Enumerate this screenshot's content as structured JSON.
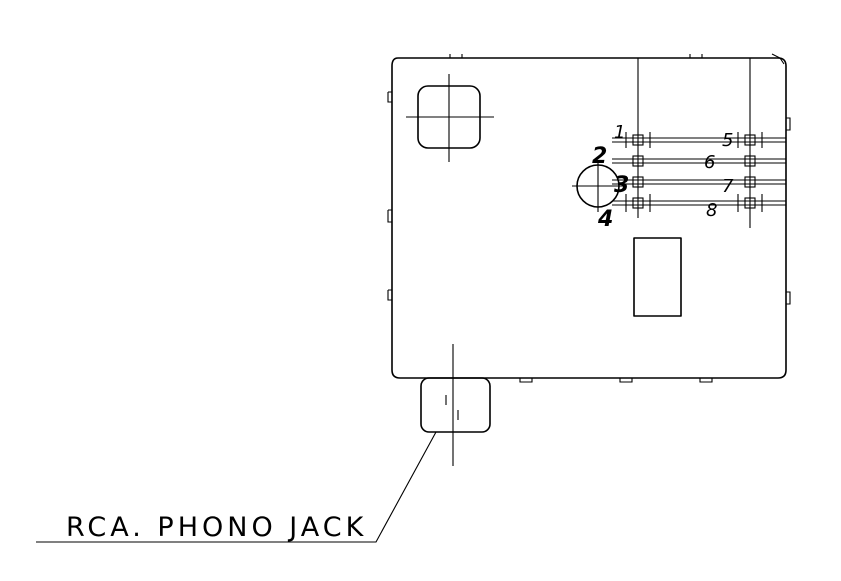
{
  "callout": {
    "text": "RCA. PHONO JACK"
  },
  "pin_numbers": [
    "1",
    "2",
    "3",
    "4",
    "5",
    "6",
    "7",
    "8"
  ]
}
